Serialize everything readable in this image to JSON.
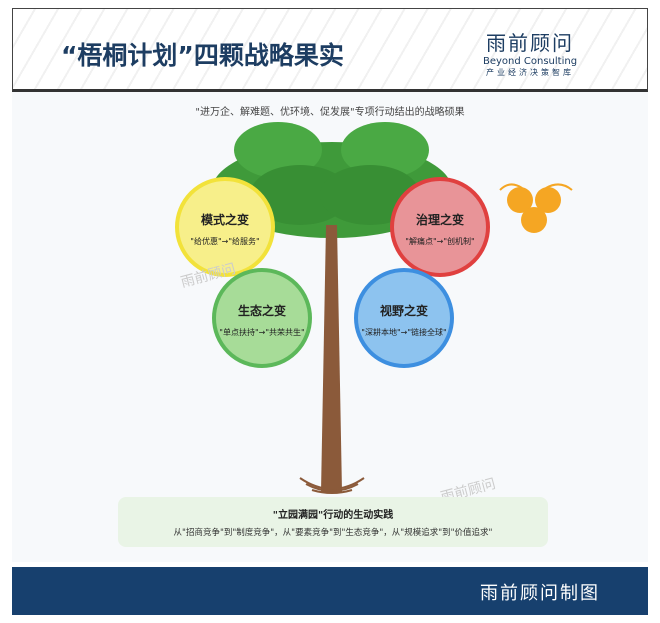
{
  "header": {
    "title": "“梧桐计划”四颗战略果实",
    "logo_cn": "雨前顾问",
    "logo_en": "Beyond Consulting",
    "logo_sub": "产业经济决策智库"
  },
  "subtitle": "\"进万企、解难题、优环境、促发展\"专项行动结出的战略硕果",
  "fruits": [
    {
      "title": "模式之变",
      "text": "\"给优惠\"→\"给服务\"",
      "color": "#f7ef8a"
    },
    {
      "title": "治理之变",
      "text": "\"解痛点\"→\"创机制\"",
      "color": "#e89498"
    },
    {
      "title": "生态之变",
      "text": "\"单点扶持\"→\"共荣共生\"",
      "color": "#a7dc98"
    },
    {
      "title": "视野之变",
      "text": "\"深耕本地\"→\"链接全球\"",
      "color": "#8dc3ef"
    }
  ],
  "watermark": "雨前顾问",
  "practice": {
    "title": "\"立园满园\"行动的生动实践",
    "text": "从\"招商竞争\"到\"制度竞争\"，从\"要素竞争\"到\"生态竞争\"，从\"规模追求\"到\"价值追求\""
  },
  "footer": {
    "text": "雨前顾问制图"
  },
  "colors": {
    "brand": "#17406e",
    "canopy": "#3f9a3a",
    "trunk": "#8b5a3a"
  }
}
